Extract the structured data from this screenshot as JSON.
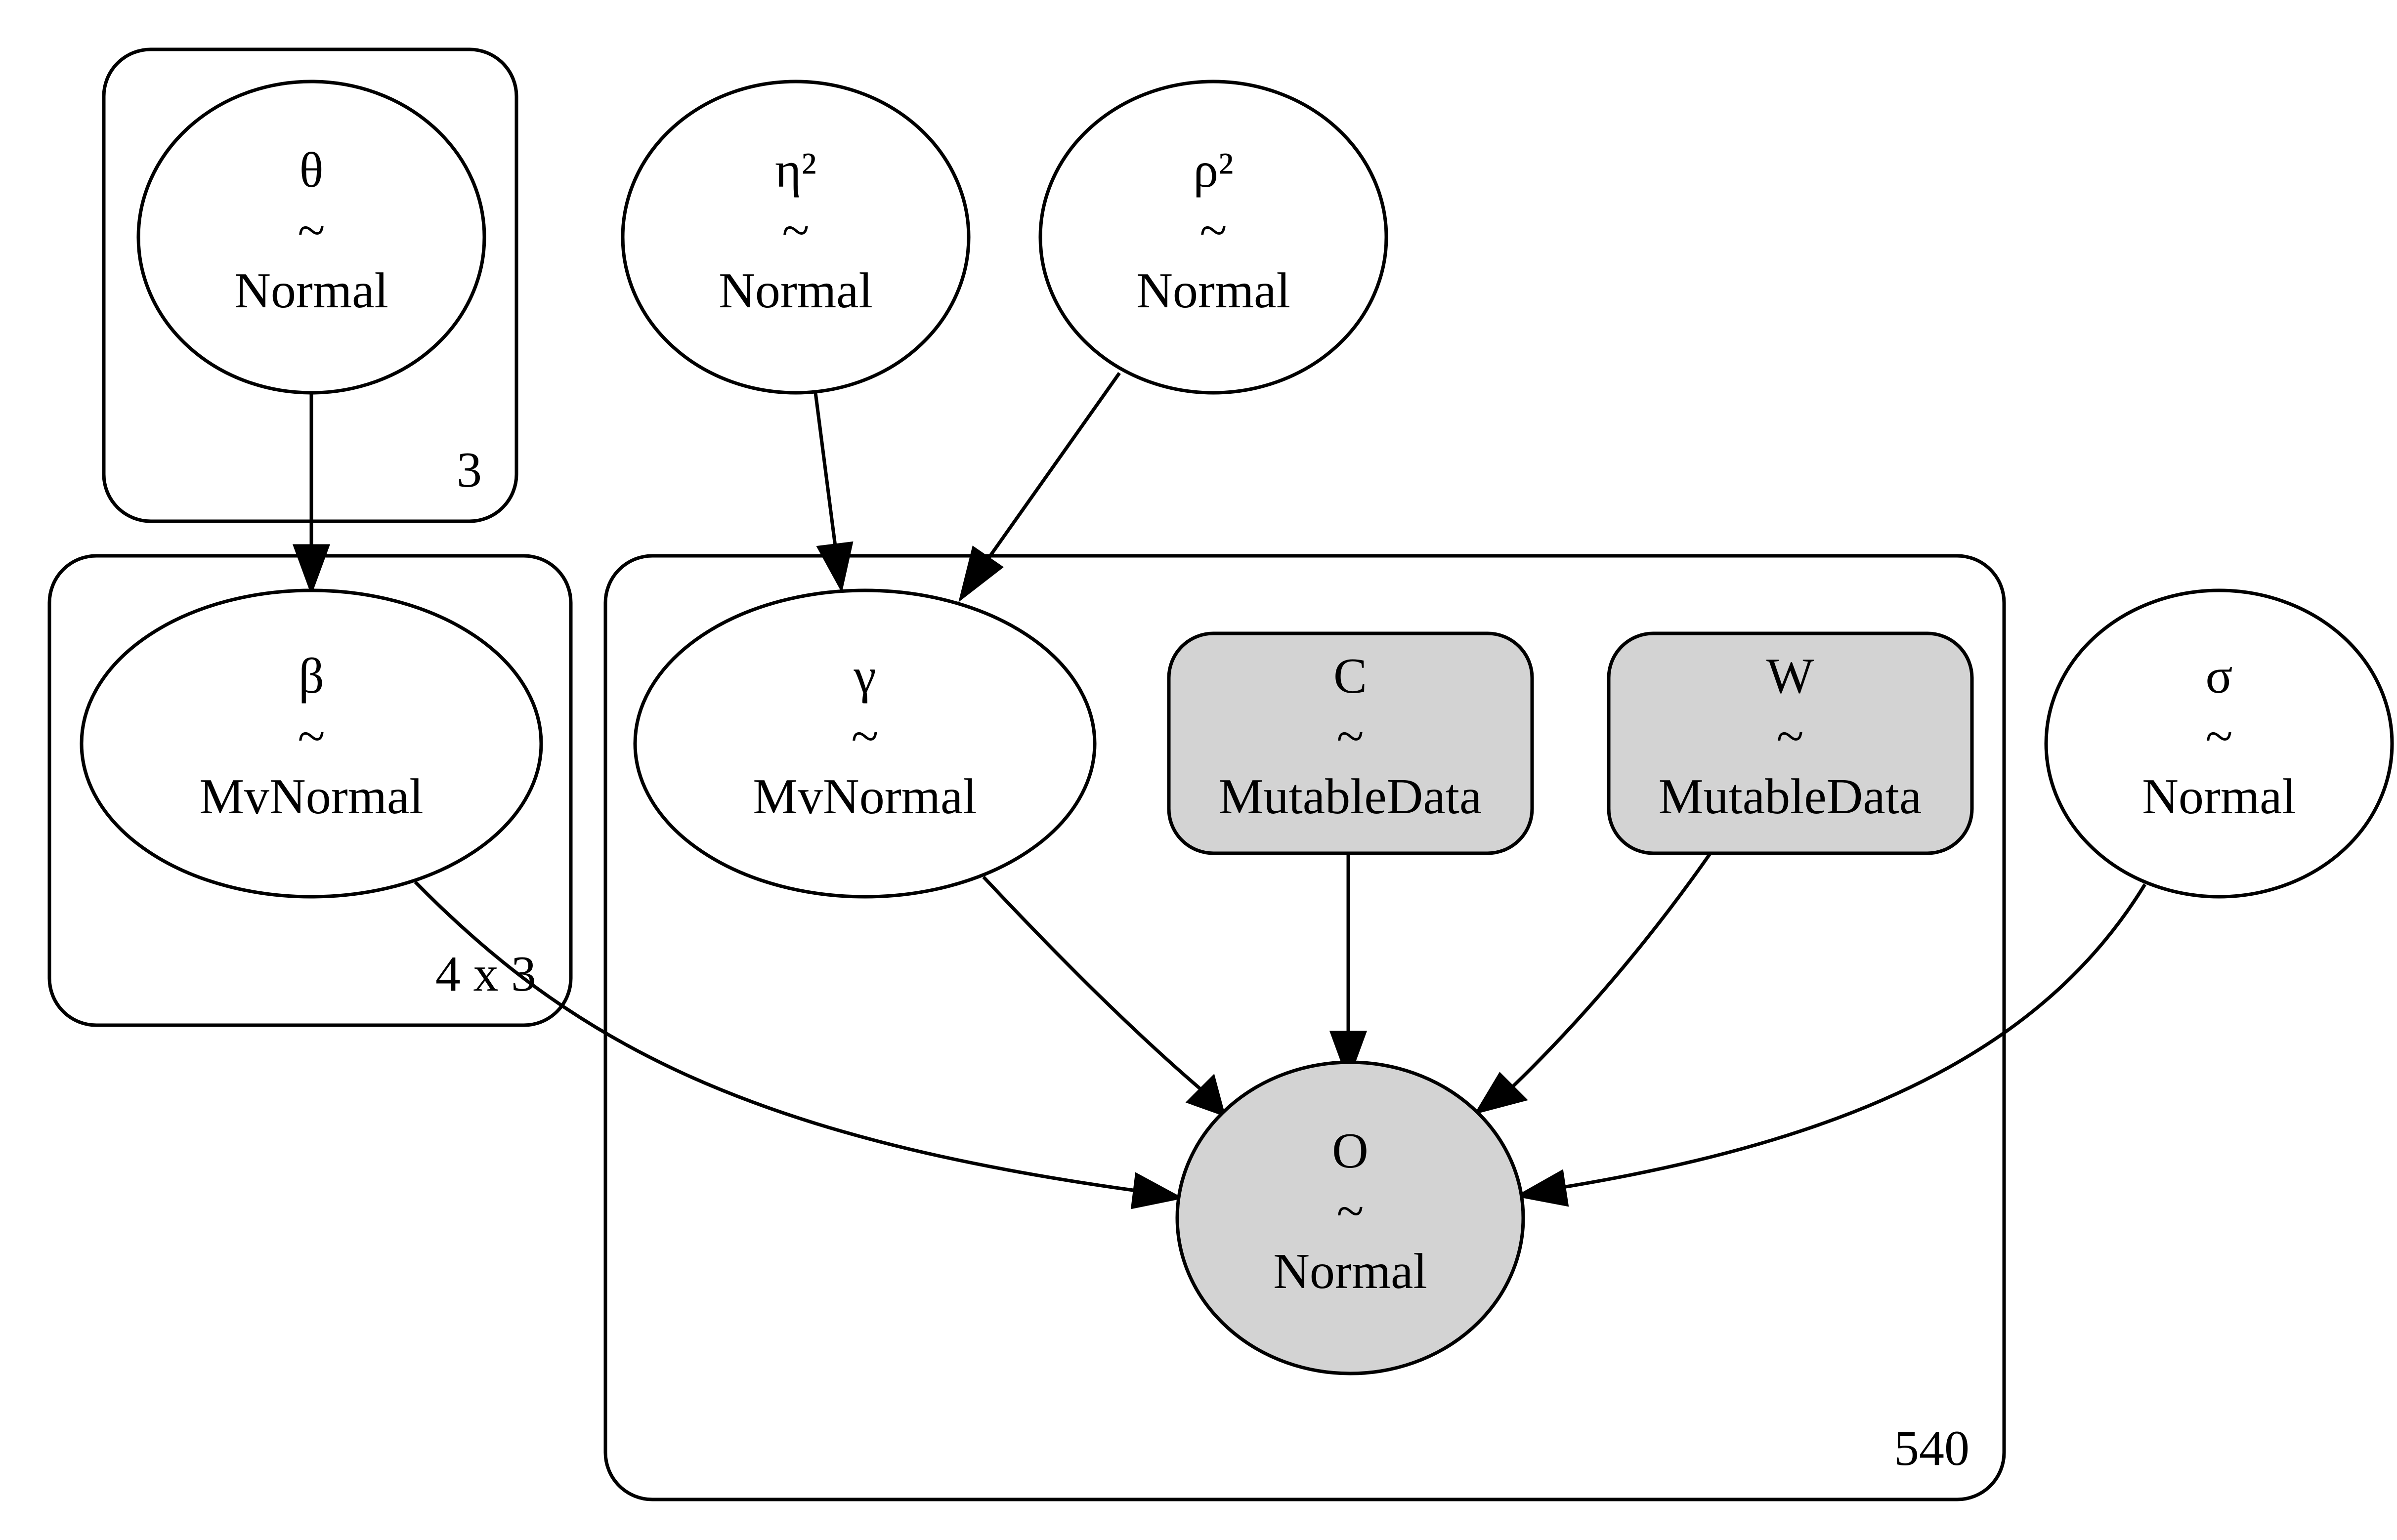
{
  "plates": {
    "theta_plate": {
      "label": "3"
    },
    "beta_plate": {
      "label": "4 x 3"
    },
    "obs_plate": {
      "label": "540"
    }
  },
  "nodes": {
    "theta": {
      "name": "θ",
      "tilde": "~",
      "dist": "Normal"
    },
    "eta2": {
      "name": "η²",
      "tilde": "~",
      "dist": "Normal"
    },
    "rho2": {
      "name": "ρ²",
      "tilde": "~",
      "dist": "Normal"
    },
    "beta": {
      "name": "β",
      "tilde": "~",
      "dist": "MvNormal"
    },
    "gamma": {
      "name": "γ",
      "tilde": "~",
      "dist": "MvNormal"
    },
    "C": {
      "name": "C",
      "tilde": "~",
      "dist": "MutableData"
    },
    "W": {
      "name": "W",
      "tilde": "~",
      "dist": "MutableData"
    },
    "sigma": {
      "name": "σ",
      "tilde": "~",
      "dist": "Normal"
    },
    "O": {
      "name": "O",
      "tilde": "~",
      "dist": "Normal"
    }
  },
  "edges": [
    {
      "from": "θ",
      "to": "β"
    },
    {
      "from": "η²",
      "to": "γ"
    },
    {
      "from": "ρ²",
      "to": "γ"
    },
    {
      "from": "β",
      "to": "O"
    },
    {
      "from": "γ",
      "to": "O"
    },
    {
      "from": "C",
      "to": "O"
    },
    {
      "from": "W",
      "to": "O"
    },
    {
      "from": "σ",
      "to": "O"
    }
  ],
  "colors": {
    "observed_fill": "#d3d3d3",
    "latent_fill": "#ffffff",
    "stroke": "#000000"
  }
}
